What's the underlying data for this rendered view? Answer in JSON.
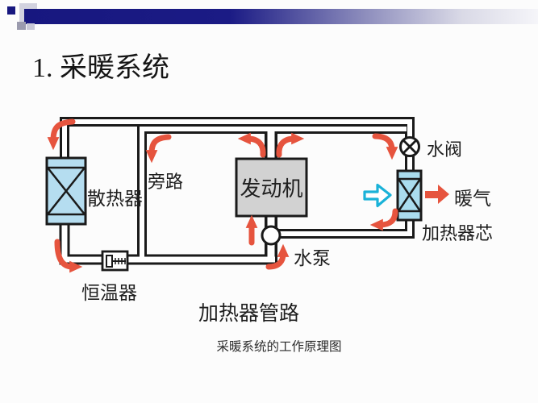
{
  "slide": {
    "title": "1. 采暖系统",
    "caption": "采暖系统的工作原理图"
  },
  "diagram": {
    "labels": {
      "radiator": "散热器",
      "bypass": "旁路",
      "engine": "发动机",
      "water_valve": "水阀",
      "warm_air": "暖气",
      "heater_core": "加热器芯",
      "water_pump": "水泵",
      "thermostat": "恒温器",
      "heater_pipeline": "加热器管路"
    },
    "colors": {
      "pipe": "#1a1a1a",
      "flow_arrow": "#e6543e",
      "air_arrow": "#1ab2d8",
      "radiator_fill": "#b5ddf0",
      "heater_core_fill": "#aadcee",
      "engine_fill": "#d2d2d2",
      "header_navy": "#17177f"
    }
  }
}
